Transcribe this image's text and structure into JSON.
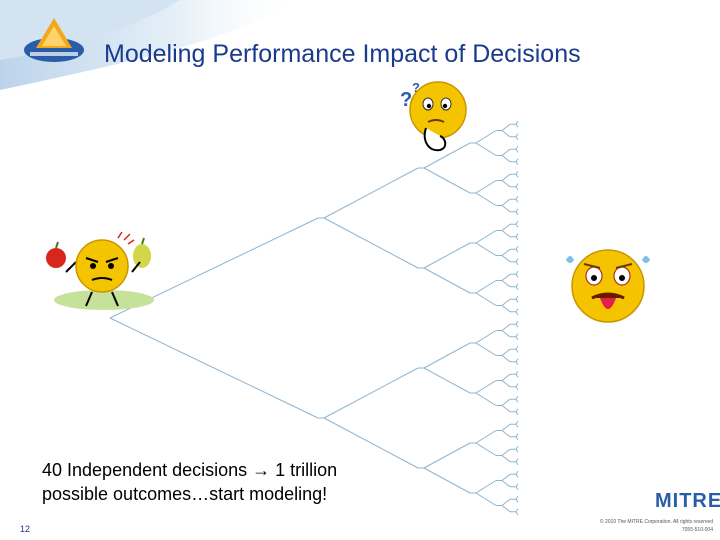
{
  "header": {
    "title": "Modeling Performance Impact of Decisions"
  },
  "colors": {
    "title": "#1a3a8c",
    "tree_line": "#8fb4cf",
    "face_yellow": "#f5c400",
    "brand_blue": "#2a5da8"
  },
  "illustrations": {
    "thinking_face": "thinking-face-icon",
    "undecided_face": "undecided-face-icon",
    "overwhelmed_face": "overwhelmed-face-icon"
  },
  "caption": {
    "line1": "40 Independent decisions → 1 trillion",
    "line2": "possible outcomes…start modeling!"
  },
  "footer": {
    "page_number": "12",
    "brand": "MITRE",
    "copyright_line1": "© 2010 The MITRE Corporation. All rights reserved",
    "copyright_line2": "7055-510-004"
  }
}
